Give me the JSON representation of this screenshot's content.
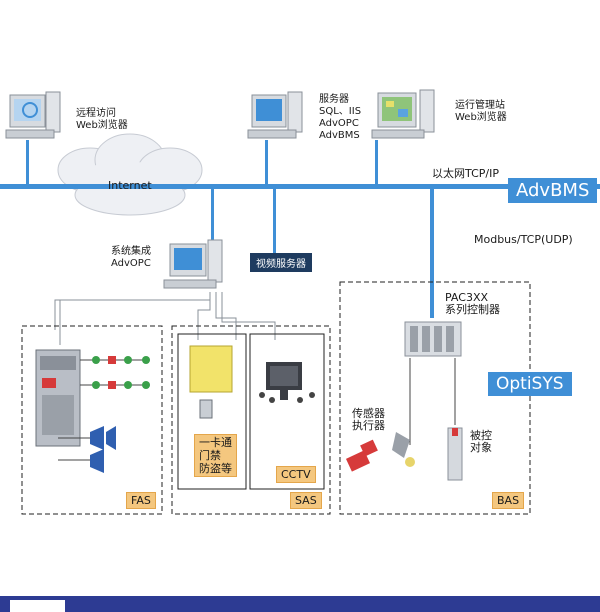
{
  "remote_access": {
    "label": "远程访问\nWeb浏览器"
  },
  "server": {
    "label": "服务器\nSQL、IIS\nAdvOPC\nAdvBMS"
  },
  "ops_station": {
    "label": "运行管理站\nWeb浏览器"
  },
  "internet": {
    "label": "Internet"
  },
  "ethernet": {
    "label": "以太网TCP/IP"
  },
  "advbms_badge": {
    "label": "AdvBMS"
  },
  "modbus": {
    "label": "Modbus/TCP(UDP)"
  },
  "integration": {
    "label": "系统集成\nAdvOPC"
  },
  "video_server": {
    "label": "视频服务器"
  },
  "pac_controller": {
    "label": "PAC3XX\n系列控制器"
  },
  "optisys_badge": {
    "label": "OptiSYS"
  },
  "sensor_actuator": {
    "label": "传感器\n执行器"
  },
  "controlled_object": {
    "label": "被控\n对象"
  },
  "access_control": {
    "label": "一卡通\n门禁\n防盗等"
  },
  "cctv": {
    "label": "CCTV"
  },
  "fas": {
    "label": "FAS"
  },
  "sas": {
    "label": "SAS"
  },
  "bas": {
    "label": "BAS"
  },
  "colors": {
    "bus": "#3f8fd6",
    "tag": "#f4c77f",
    "badge": "#3f8fd6",
    "footer": "#2d3b93"
  }
}
